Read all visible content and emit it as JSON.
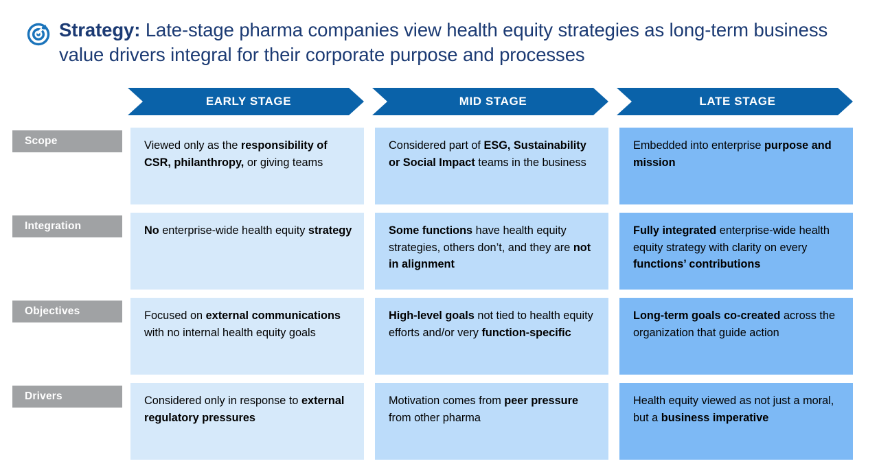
{
  "title": {
    "icon": "target-bullseye-icon",
    "lead": "Strategy:",
    "body": " Late-stage pharma companies view health equity strategies as long-term business value drivers integral for their corporate purpose and processes",
    "color": "#1b3a73"
  },
  "colors": {
    "header_blue": "#0a62a9",
    "label_gray": "#a0a2a4",
    "early_bg": "#d6e9fa",
    "mid_bg": "#bcdcfa",
    "late_bg": "#7db9f5",
    "title_navy": "#1b3a73",
    "icon_blue": "#1b74bb"
  },
  "columns": [
    {
      "label": "EARLY STAGE"
    },
    {
      "label": "MID STAGE"
    },
    {
      "label": "LATE STAGE"
    }
  ],
  "rows": [
    {
      "label": "Scope",
      "cells": [
        {
          "html": "Viewed only as the <b>responsibility of CSR, philanthropy,</b> or giving teams"
        },
        {
          "html": "Considered part of <b>ESG, Sustainability or Social Impact</b> teams in the business"
        },
        {
          "html": "Embedded into enterprise <b>purpose and mission</b>"
        }
      ]
    },
    {
      "label": "Integration",
      "cells": [
        {
          "html": "<b>No</b> enterprise-wide health equity <b>strategy</b>"
        },
        {
          "html": "<b>Some functions</b> have health equity strategies, others don’t, and they are <b>not in alignment</b>"
        },
        {
          "html": "<b>Fully integrated</b> enterprise-wide health equity strategy with clarity on every <b>functions’ contributions</b>"
        }
      ]
    },
    {
      "label": "Objectives",
      "cells": [
        {
          "html": "Focused on <b>external communications</b> with no internal health equity goals"
        },
        {
          "html": "<b>High-level goals</b> not tied to health equity efforts and/or very <b>function-specific</b>"
        },
        {
          "html": "<b>Long-term goals co-created</b> across the organization that guide action"
        }
      ]
    },
    {
      "label": "Drivers",
      "cells": [
        {
          "html": "Considered only in response to <b>external regulatory pressures</b>"
        },
        {
          "html": "Motivation comes from <b>peer pressure</b> from other pharma"
        },
        {
          "html": "Health equity viewed as not just a moral, but a <b>business imperative</b>"
        }
      ]
    }
  ]
}
